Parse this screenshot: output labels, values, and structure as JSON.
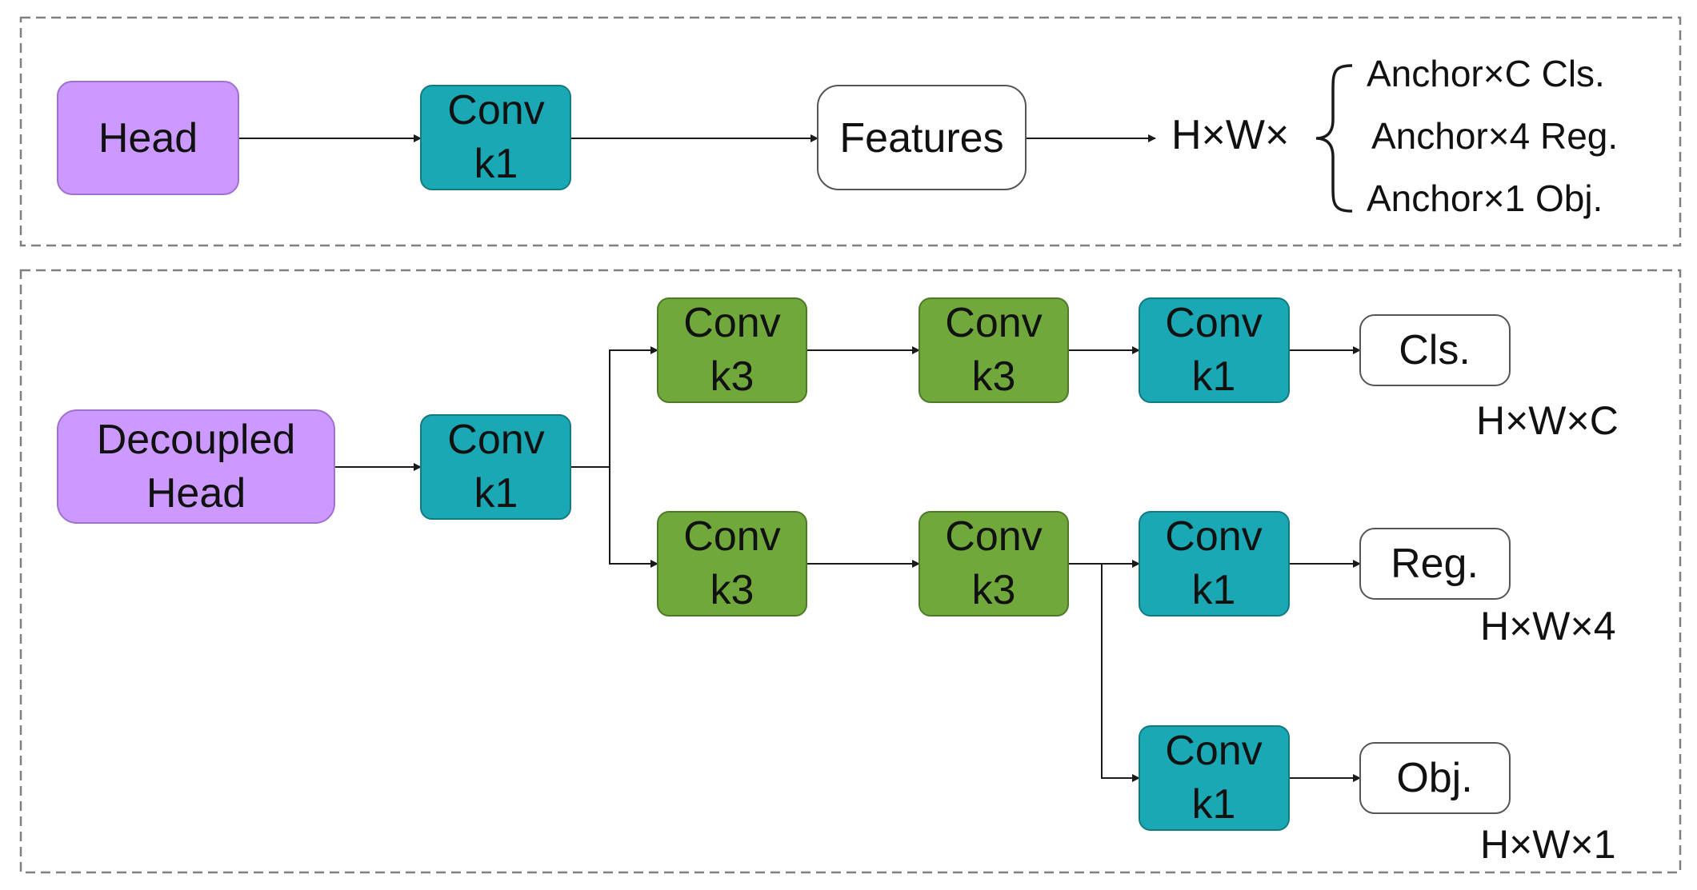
{
  "colors": {
    "head_fill": "#cc99ff",
    "head_stroke": "#a070d0",
    "conv_k1_fill": "#1aa9b4",
    "conv_k1_stroke": "#137a82",
    "conv_k3_fill": "#70a83c",
    "conv_k3_stroke": "#4e7a28",
    "output_fill": "#ffffff",
    "line": "#1a1a1a",
    "border": "#808080"
  },
  "top_panel": {
    "head_label": "Head",
    "conv": {
      "line1": "Conv",
      "line2": "k1"
    },
    "features_label": "Features",
    "shape_prefix": "H×W×",
    "outputs": [
      "Anchor×C Cls.",
      "Anchor×4 Reg.",
      "Anchor×1 Obj."
    ]
  },
  "bottom_panel": {
    "head_line1": "Decoupled",
    "head_line2": "Head",
    "stem_conv": {
      "line1": "Conv",
      "line2": "k1"
    },
    "cls_branch": {
      "conv1": {
        "line1": "Conv",
        "line2": "k3"
      },
      "conv2": {
        "line1": "Conv",
        "line2": "k3"
      },
      "conv3": {
        "line1": "Conv",
        "line2": "k1"
      },
      "output": "Cls.",
      "shape": "H×W×C"
    },
    "reg_branch": {
      "conv1": {
        "line1": "Conv",
        "line2": "k3"
      },
      "conv2": {
        "line1": "Conv",
        "line2": "k3"
      },
      "conv3": {
        "line1": "Conv",
        "line2": "k1"
      },
      "output": "Reg.",
      "shape": "H×W×4"
    },
    "obj_branch": {
      "conv": {
        "line1": "Conv",
        "line2": "k1"
      },
      "output": "Obj.",
      "shape": "H×W×1"
    }
  }
}
